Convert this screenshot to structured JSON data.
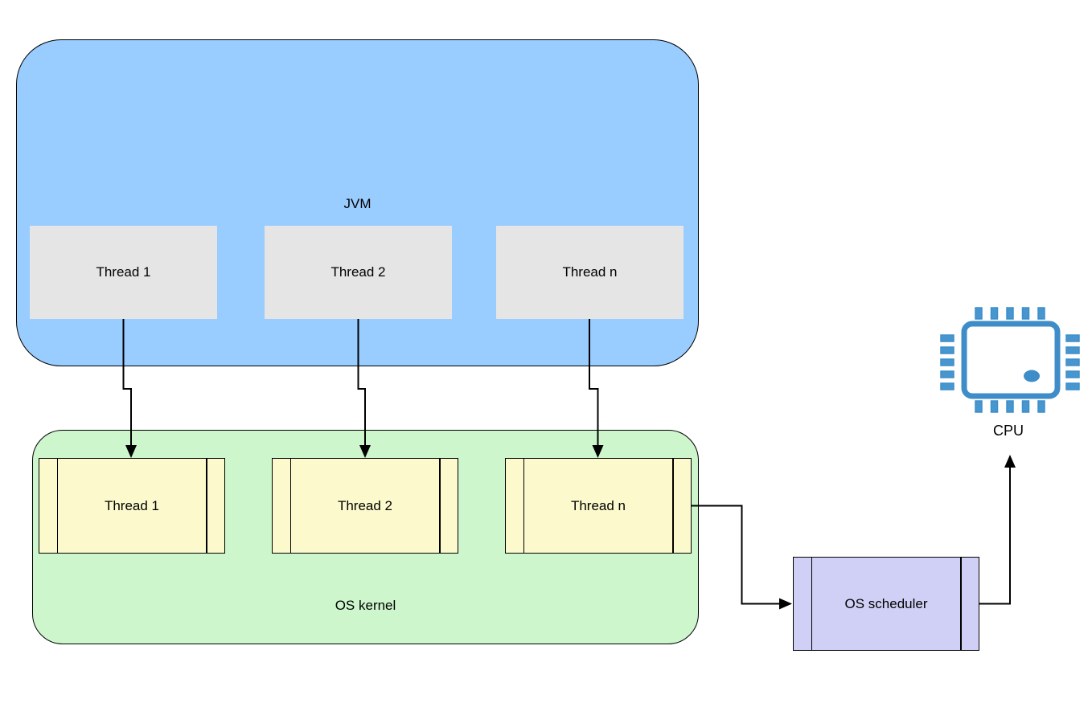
{
  "diagram": {
    "jvm": {
      "label": "JVM",
      "threads": [
        {
          "label": "Thread 1"
        },
        {
          "label": "Thread 2"
        },
        {
          "label": "Thread n"
        }
      ]
    },
    "os_kernel": {
      "label": "OS kernel",
      "threads": [
        {
          "label": "Thread 1"
        },
        {
          "label": "Thread 2"
        },
        {
          "label": "Thread n"
        }
      ]
    },
    "scheduler": {
      "label": "OS scheduler"
    },
    "cpu": {
      "label": "CPU",
      "icon": "cpu-chip-icon"
    }
  },
  "colors": {
    "jvm_fill": "#99CCFF",
    "jvm_thread_fill": "#E5E5E5",
    "kernel_fill": "#CDF6CD",
    "kernel_thread_fill": "#FCFACD",
    "scheduler_fill": "#D0D0F6",
    "cpu_icon_color": "#3E8DC8",
    "cpu_icon_pin_fill": "#4796CF",
    "stroke_color": "#000000"
  }
}
